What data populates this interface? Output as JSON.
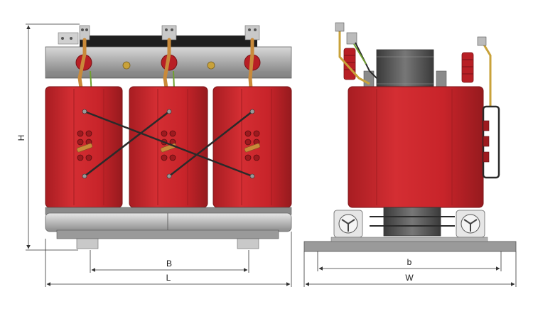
{
  "dimensions": {
    "height_label": "H",
    "inner_length_label": "B",
    "length_label": "L",
    "inner_width_label": "b",
    "width_label": "W"
  },
  "colors": {
    "coil_red": "#c8242a",
    "coil_red_dark": "#9e1a1f",
    "steel_gray": "#a8a8a8",
    "steel_dark": "#6e6e6e",
    "core_dark": "#4a4a4a",
    "copper": "#c98a3a",
    "cable": "#2a2a2a",
    "dim_line": "#333333"
  }
}
